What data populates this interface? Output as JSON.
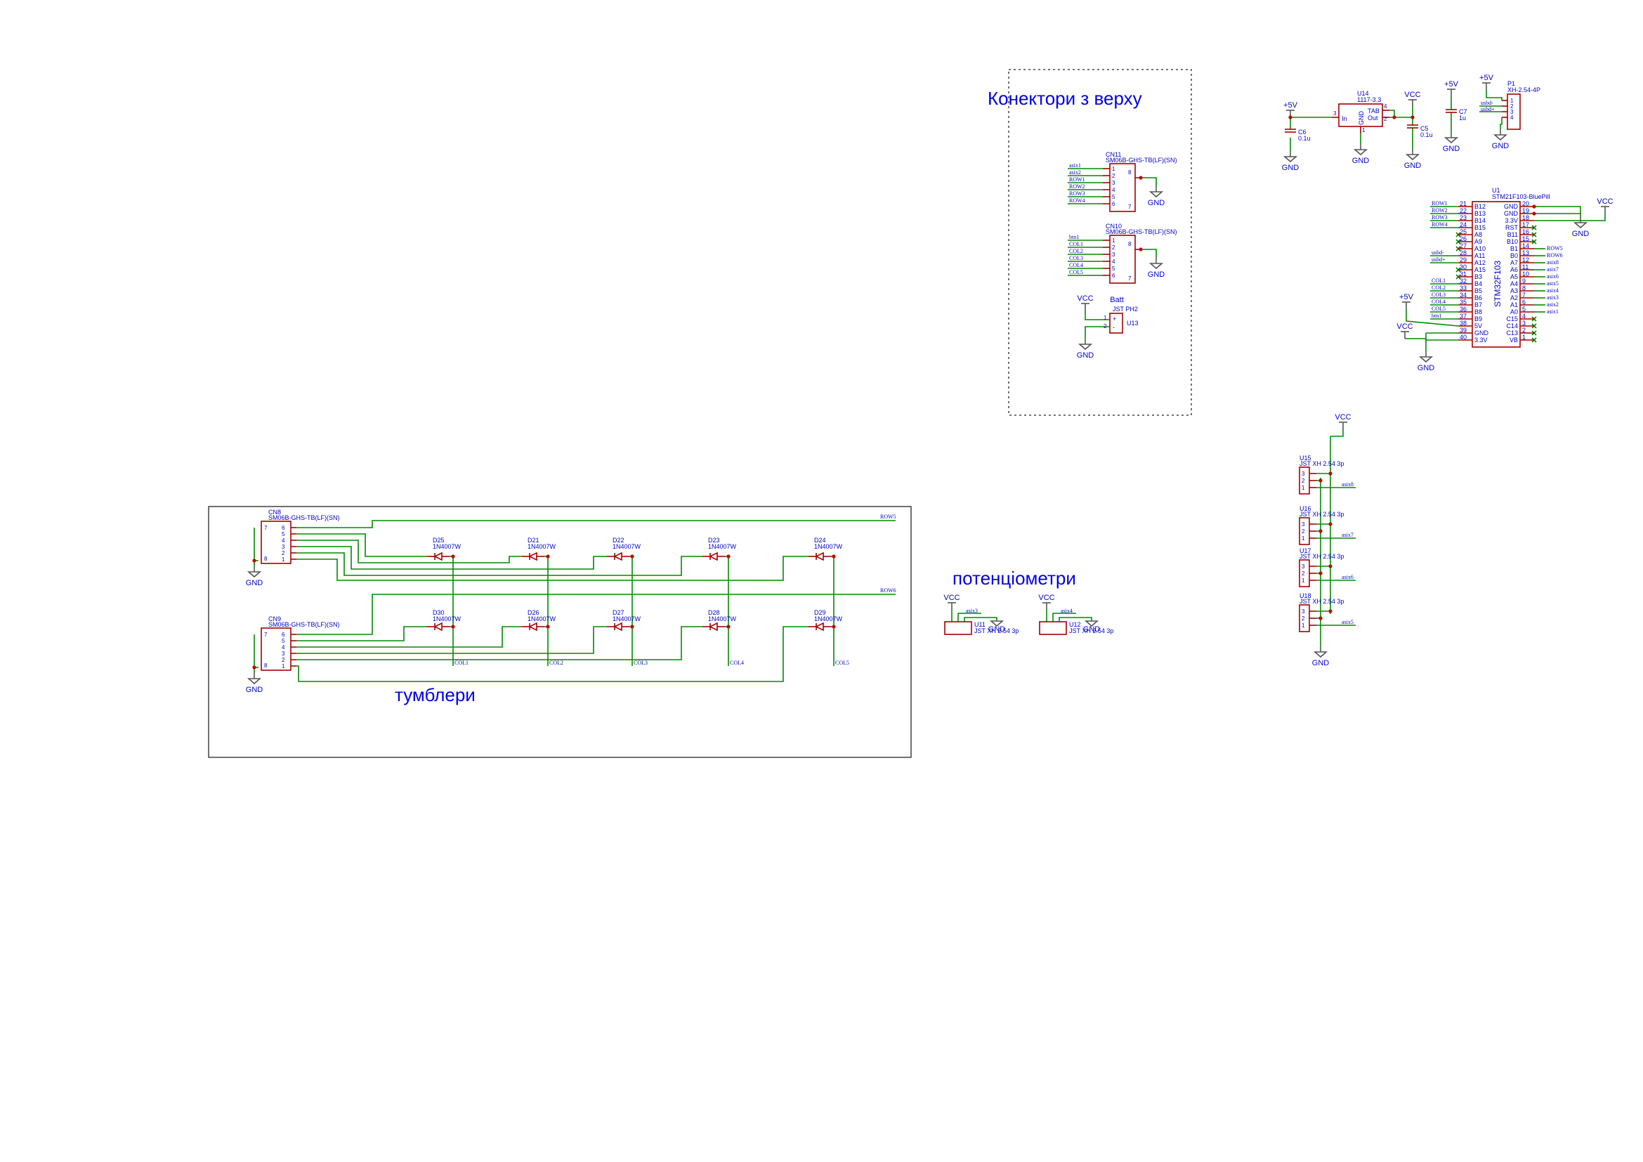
{
  "colors": {
    "wire": "#008a00",
    "part": "#a40000",
    "text": "#0000c8",
    "power": "#555555",
    "title": "#0000e6",
    "frame": "#222222",
    "junction": "#c80000",
    "noconnect": "#00a000"
  },
  "titles": {
    "connectors_top": "Конектори з верху",
    "pots": "потенціометри",
    "toggles": "тумблери"
  },
  "common": {
    "gnd": "GND",
    "vcc": "VCC",
    "p5v": "+5V"
  },
  "power": {
    "u14_ref": "U14",
    "u14_val": "1117-3.3",
    "u14_in": "In",
    "u14_gnd": "GND",
    "u14_tab": "TAB",
    "u14_out": "Out",
    "u14_pin3": "3",
    "u14_pin4": "4",
    "u14_pin2": "2",
    "u14_pin1": "1",
    "c6_ref": "C6",
    "c6_val": "0.1u",
    "c5_ref": "C5",
    "c5_val": "0.1u",
    "c7_ref": "C7",
    "c7_val": "1u",
    "p1_ref": "P1",
    "p1_val": "XH-2.54-4P",
    "p1_net_dm": "usbd-",
    "p1_net_dp": "usbd+",
    "p1_pins": [
      "1",
      "2",
      "3",
      "4"
    ]
  },
  "cn11": {
    "ref": "CN11",
    "val": "SM06B-GHS-TB(LF)(SN)",
    "nets": [
      "asix1",
      "asix2",
      "ROW1",
      "ROW2",
      "ROW3",
      "ROW4"
    ],
    "pins": [
      "1",
      "2",
      "3",
      "4",
      "5",
      "6"
    ],
    "pin8": "8",
    "pin7": "7"
  },
  "cn10": {
    "ref": "CN10",
    "val": "SM06B-GHS-TB(LF)(SN)",
    "nets": [
      "btn1",
      "COL1",
      "COL2",
      "COL3",
      "COL4",
      "COL5"
    ],
    "pins": [
      "1",
      "2",
      "3",
      "4",
      "5",
      "6"
    ],
    "pin8": "8",
    "pin7": "7"
  },
  "u13": {
    "ref": "U13",
    "label": "Batt",
    "val": "JST PH2",
    "pin1": "1",
    "pin2": "2",
    "plus": "+",
    "minus": "-"
  },
  "u1": {
    "ref": "U1",
    "val": "STM21F103-BluePill",
    "body": "STM32F103",
    "left_pins": [
      {
        "num": "21",
        "name": "B12",
        "net": "ROW1"
      },
      {
        "num": "22",
        "name": "B13",
        "net": "ROW2"
      },
      {
        "num": "23",
        "name": "B14",
        "net": "ROW3"
      },
      {
        "num": "24",
        "name": "B15",
        "net": "ROW4"
      },
      {
        "num": "25",
        "name": "A8",
        "net": ""
      },
      {
        "num": "26",
        "name": "A9",
        "net": ""
      },
      {
        "num": "27",
        "name": "A10",
        "net": ""
      },
      {
        "num": "28",
        "name": "A11",
        "net": "usbd-"
      },
      {
        "num": "29",
        "name": "A12",
        "net": "usbd+"
      },
      {
        "num": "30",
        "name": "A15",
        "net": ""
      },
      {
        "num": "31",
        "name": "B3",
        "net": ""
      },
      {
        "num": "32",
        "name": "B4",
        "net": "COL1"
      },
      {
        "num": "33",
        "name": "B5",
        "net": "COL2"
      },
      {
        "num": "34",
        "name": "B6",
        "net": "COL3"
      },
      {
        "num": "35",
        "name": "B7",
        "net": "COL4"
      },
      {
        "num": "36",
        "name": "B8",
        "net": "COL5"
      },
      {
        "num": "37",
        "name": "B9",
        "net": "btn1"
      },
      {
        "num": "38",
        "name": "5V",
        "net": ""
      },
      {
        "num": "39",
        "name": "GND",
        "net": ""
      },
      {
        "num": "40",
        "name": "3.3V",
        "net": ""
      }
    ],
    "right_pins": [
      {
        "num": "20",
        "name": "GND",
        "net": ""
      },
      {
        "num": "19",
        "name": "GND",
        "net": ""
      },
      {
        "num": "18",
        "name": "3.3V",
        "net": ""
      },
      {
        "num": "17",
        "name": "RST",
        "net": ""
      },
      {
        "num": "16",
        "name": "B11",
        "net": ""
      },
      {
        "num": "15",
        "name": "B10",
        "net": ""
      },
      {
        "num": "14",
        "name": "B1",
        "net": "ROW5"
      },
      {
        "num": "13",
        "name": "B0",
        "net": "ROW6"
      },
      {
        "num": "12",
        "name": "A7",
        "net": "asix8"
      },
      {
        "num": "11",
        "name": "A6",
        "net": "asix7"
      },
      {
        "num": "10",
        "name": "A5",
        "net": "asix6"
      },
      {
        "num": "9",
        "name": "A4",
        "net": "asix5"
      },
      {
        "num": "8",
        "name": "A3",
        "net": "asix4"
      },
      {
        "num": "7",
        "name": "A2",
        "net": "asix3"
      },
      {
        "num": "6",
        "name": "A1",
        "net": "asix2"
      },
      {
        "num": "5",
        "name": "A0",
        "net": "asix1"
      },
      {
        "num": "4",
        "name": "C15",
        "net": ""
      },
      {
        "num": "3",
        "name": "C14",
        "net": ""
      },
      {
        "num": "2",
        "name": "C13",
        "net": ""
      },
      {
        "num": "1",
        "name": "VB",
        "net": ""
      }
    ]
  },
  "jst_group": {
    "val": "JST XH 2.54 3p",
    "items": [
      {
        "ref": "U15",
        "net": "asix8"
      },
      {
        "ref": "U16",
        "net": "asix7"
      },
      {
        "ref": "U17",
        "net": "asix6"
      },
      {
        "ref": "U18",
        "net": "asix5"
      }
    ],
    "pins": [
      "3",
      "2",
      "1"
    ]
  },
  "pots": [
    {
      "ref": "U11",
      "val": "JST XH 2.54 3p",
      "net": "asix3"
    },
    {
      "ref": "U12",
      "val": "JST XH 2.54 3p",
      "net": "asix4"
    }
  ],
  "toggles": {
    "cn8_ref": "CN8",
    "cn9_ref": "CN9",
    "conn_val": "SM06B-GHS-TB(LF)(SN)",
    "pins": [
      "6",
      "5",
      "4",
      "3",
      "2",
      "1"
    ],
    "pin7": "7",
    "pin8": "8",
    "row5": "ROW5",
    "row6": "ROW6",
    "diode_val": "1N4007W",
    "top_diodes": [
      "D25",
      "D21",
      "D22",
      "D23",
      "D24"
    ],
    "bottom_diodes": [
      "D30",
      "D26",
      "D27",
      "D28",
      "D29"
    ],
    "cols": [
      "COL1",
      "COL2",
      "COL3",
      "COL4",
      "COL5"
    ]
  }
}
